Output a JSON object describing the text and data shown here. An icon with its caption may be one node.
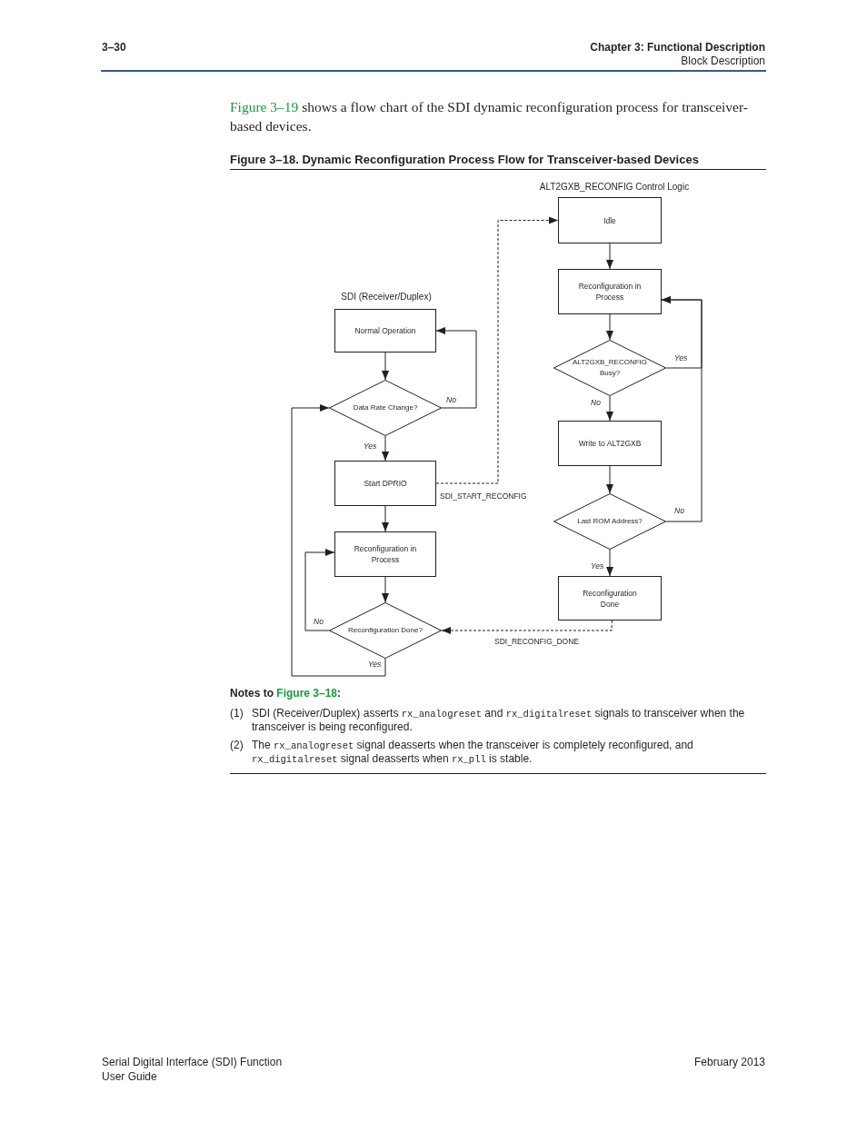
{
  "diagram": {
    "title": "Figure 3–18.  Dynamic Reconfiguration Process Flow for Transceiver-based Devices",
    "nodes": [
      {
        "text": [
          "Normal Operation"
        ]
      },
      {
        "text": [
          "Data Rate Change?"
        ]
      },
      {
        "text": [
          "Start DPRIO"
        ]
      },
      {
        "text": [
          "Reconfiguration in Process"
        ]
      },
      {
        "text": [
          "Reconfiguration Done?"
        ]
      },
      {
        "text": [
          "Idle"
        ]
      },
      {
        "text": [
          "Reconfiguration in Process"
        ]
      },
      {
        "text": [
          "ALT2GXB_RECONFIG Busy?"
        ]
      },
      {
        "text": [
          "Write to ALT2GXB"
        ]
      },
      {
        "text": [
          "Last ROM Address?"
        ]
      },
      {
        "text": [
          "Reconfiguration Done"
        ]
      }
    ],
    "edges": [
      {
        "from": 0,
        "to": 1,
        "arrow": "to"
      },
      {
        "from": 1,
        "to": 0,
        "arrow": "to",
        "label": "No"
      },
      {
        "from": 1,
        "to": 2,
        "arrow": "to",
        "label": "Yes"
      },
      {
        "from": 2,
        "to": 3,
        "arrow": "to"
      },
      {
        "from": 3,
        "to": 4,
        "arrow": "to"
      },
      {
        "from": 4,
        "to": 3,
        "arrow": "to",
        "label": "No"
      },
      {
        "from": 4,
        "to": 1,
        "arrow": "to",
        "label": "Yes"
      },
      {
        "from": 2,
        "to": 5,
        "arrow": "to",
        "label": "SDI_START_RECONFIG",
        "style": "dashed"
      },
      {
        "from": 5,
        "to": 6,
        "arrow": "to"
      },
      {
        "from": 6,
        "to": 7,
        "arrow": "to"
      },
      {
        "from": 7,
        "to": 6,
        "arrow": "to",
        "label": "Yes"
      },
      {
        "from": 7,
        "to": 8,
        "arrow": "to",
        "label": "No"
      },
      {
        "from": 8,
        "to": 9,
        "arrow": "to"
      },
      {
        "from": 9,
        "to": 6,
        "arrow": "to",
        "label": "No"
      },
      {
        "from": 9,
        "to": 10,
        "arrow": "to",
        "label": "Yes"
      },
      {
        "from": 10,
        "to": 4,
        "arrow": "to",
        "label": "SDI_RECONFIG_DONE",
        "style": "dashed"
      }
    ],
    "labels": [
      "3–30",
      "Chapter 3:  Functional Description",
      "Block Description",
      "Figure 3–19",
      "shows a flow chart of the SDI dynamic reconfiguration process for transceiver-based devices.",
      "ALT2GXB_RECONFIG Control Logic",
      "SDI (Receiver/Duplex)",
      "Notes to",
      "Figure 3–18",
      ":",
      "(1)",
      "SDI (Receiver/Duplex) asserts",
      "rx_analogreset",
      "and",
      "rx_digitalreset",
      "signals to transceiver when the transceiver is being reconfigured.",
      "(2)",
      "The",
      "rx_analogreset",
      "signal deasserts when the transceiver is completely reconfigured, and",
      "rx_digitalreset",
      "signal deasserts when",
      "rx_pll",
      "is stable.",
      "Serial Digital Interface (SDI) Function",
      "User Guide",
      "February 2013"
    ]
  }
}
